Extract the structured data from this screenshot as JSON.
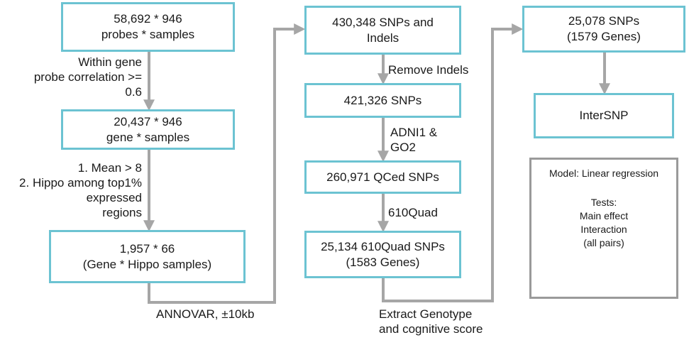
{
  "boxes": {
    "probes": [
      "58,692 * 946",
      "probes * samples"
    ],
    "gene_samples": [
      "20,437 * 946",
      "gene * samples"
    ],
    "hippo": [
      "1,957 * 66",
      "(Gene * Hippo samples)"
    ],
    "snps_indels": [
      "430,348 SNPs and",
      "Indels"
    ],
    "snps_421": [
      "421,326 SNPs"
    ],
    "qced": [
      "260,971 QCed SNPs"
    ],
    "quad": [
      "25,134 610Quad SNPs",
      "(1583 Genes)"
    ],
    "snps_25078": [
      "25,078 SNPs",
      "(1579 Genes)"
    ],
    "intersnp": [
      "InterSNP"
    ]
  },
  "labels": {
    "correlation": [
      "Within gene",
      "probe correlation >=",
      "0.6"
    ],
    "filter": [
      "1. Mean > 8",
      "2. Hippo among top1%",
      "expressed",
      "regions"
    ],
    "annovar": [
      "ANNOVAR, ±10kb"
    ],
    "remove_indels": [
      "Remove Indels"
    ],
    "adni": [
      "ADNI1 &",
      "GO2"
    ],
    "quad610": [
      "610Quad"
    ],
    "extract": [
      "Extract Genotype",
      "and cognitive score"
    ]
  },
  "model": {
    "model_line": "Model:  Linear regression",
    "tests_title": "Tests:",
    "tests": [
      "Main effect",
      "Interaction",
      "(all pairs)"
    ]
  },
  "colors": {
    "box_border": "#6cc3d2",
    "arrow": "#a6a6a6",
    "model_border": "#9a9a9a"
  }
}
